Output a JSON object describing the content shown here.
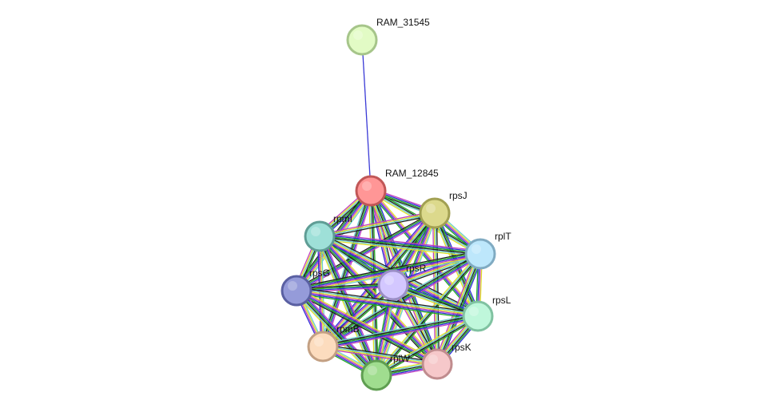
{
  "network": {
    "nodes": [
      {
        "id": "RAM_31545",
        "label": "RAM_31545",
        "fill": "#e2fbc5",
        "stroke": "#a6c58a"
      },
      {
        "id": "RAM_12845",
        "label": "RAM_12845",
        "fill": "#ff9696",
        "stroke": "#c15757"
      },
      {
        "id": "rpsJ",
        "label": "rpsJ",
        "fill": "#dcd98c",
        "stroke": "#a2a052"
      },
      {
        "id": "rpmI",
        "label": "rpmI",
        "fill": "#9ee0d8",
        "stroke": "#5f9d95"
      },
      {
        "id": "rplT",
        "label": "rplT",
        "fill": "#bde7fb",
        "stroke": "#80abc2"
      },
      {
        "id": "rpsR",
        "label": "rpsR",
        "fill": "#d3c7ff",
        "stroke": "#9a8ec5"
      },
      {
        "id": "rpsG",
        "label": "rpsG",
        "fill": "#959bd9",
        "stroke": "#5a60a2"
      },
      {
        "id": "rpsL",
        "label": "rpsL",
        "fill": "#bff7db",
        "stroke": "#80c2a1"
      },
      {
        "id": "rpmB",
        "label": "rpmB",
        "fill": "#fcdcbe",
        "stroke": "#c3a083"
      },
      {
        "id": "rpsK",
        "label": "rpsK",
        "fill": "#f6c8ca",
        "stroke": "#c08c8e"
      },
      {
        "id": "rplW",
        "label": "rplW",
        "fill": "#a0dd8f",
        "stroke": "#5f9e51"
      }
    ],
    "edge_colors": [
      "#e0e02a",
      "#c040c0",
      "#2f2fd8",
      "#22a822",
      "#202020",
      "#6ecfcf"
    ],
    "single_edge": {
      "from": "RAM_31545",
      "to": "RAM_12845",
      "color": "#3a3ad6"
    }
  }
}
